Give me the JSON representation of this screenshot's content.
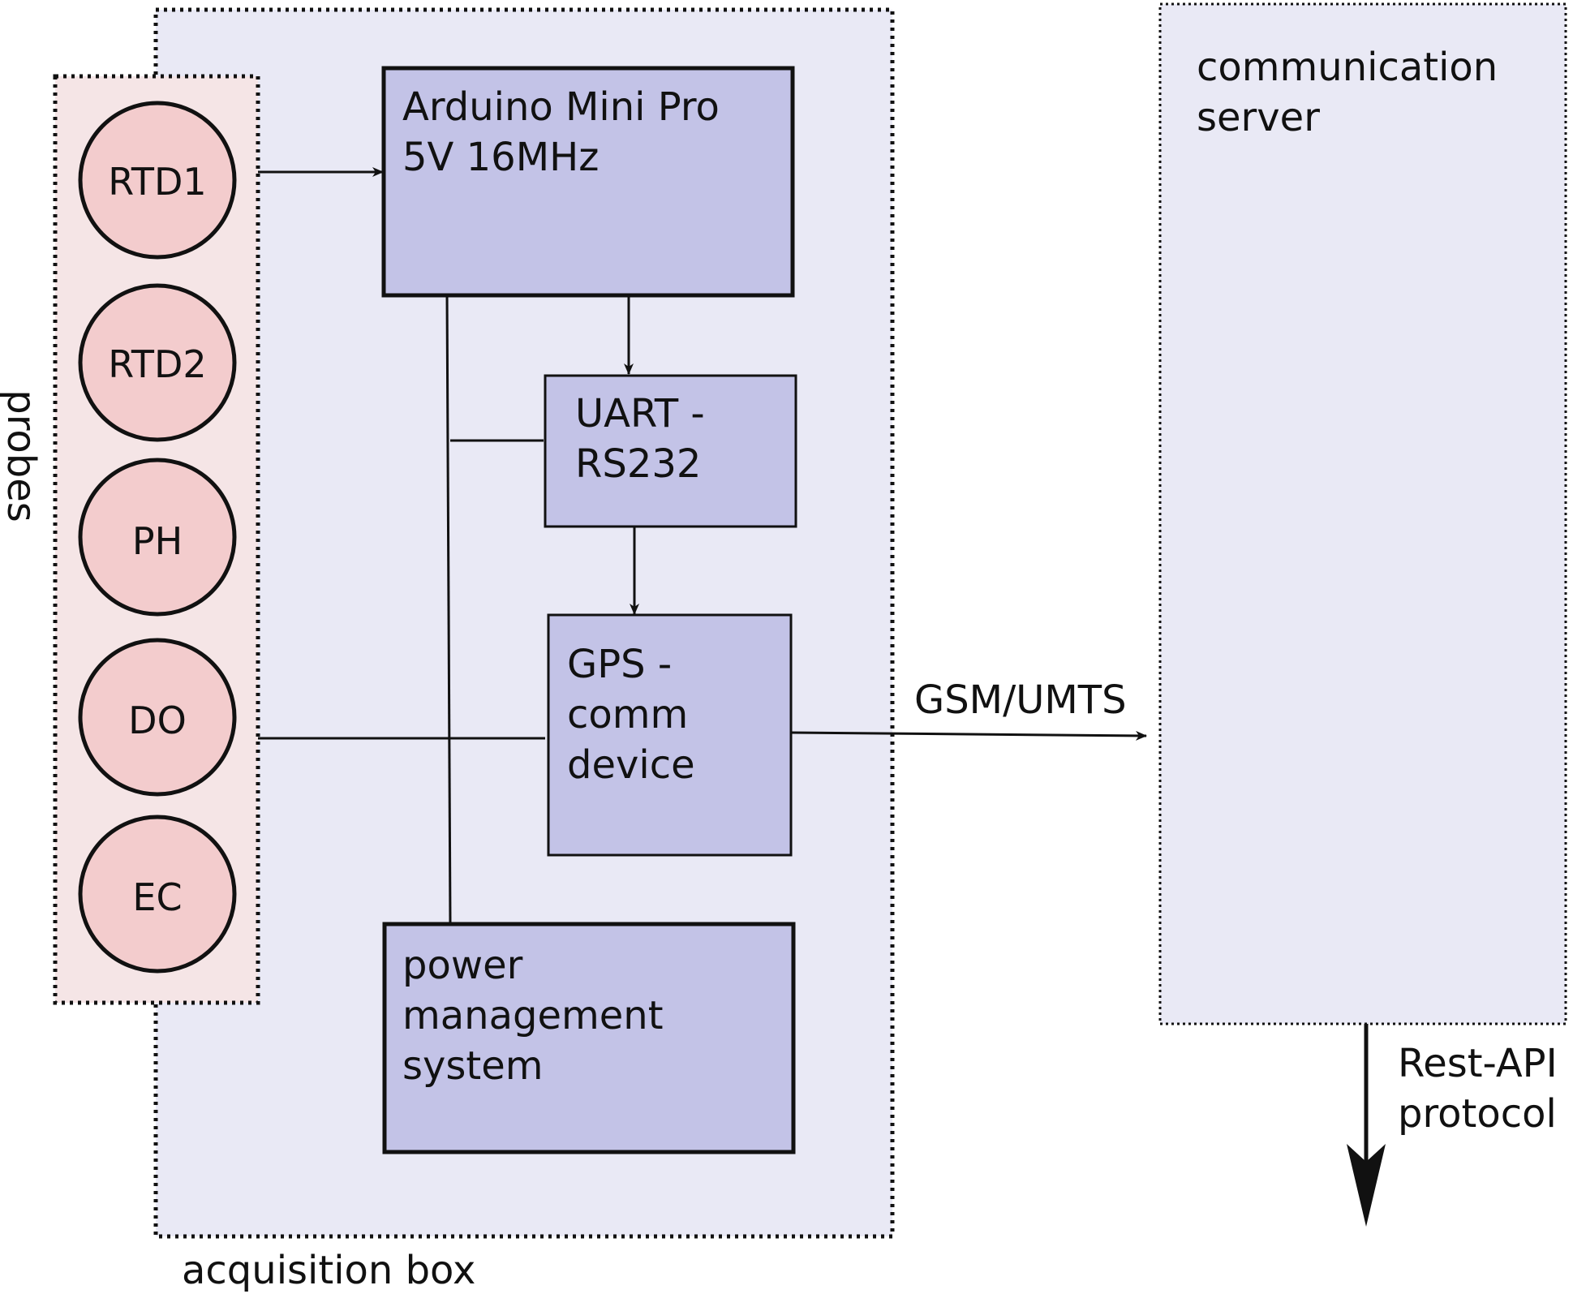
{
  "colors": {
    "acquisition_fill": "#e9e9f5",
    "probes_fill": "#f5e5e6",
    "probe_circle_fill": "#f3cccd",
    "block_fill": "#c3c3e7",
    "server_fill": "#e9e9f5",
    "stroke": "#111111"
  },
  "probes": {
    "label": "probes",
    "items": [
      "RTD1",
      "RTD2",
      "PH",
      "DO",
      "EC"
    ]
  },
  "acquisition_box": {
    "label": "acquisition box"
  },
  "blocks": {
    "arduino": [
      "Arduino Mini Pro",
      "5V 16MHz"
    ],
    "uart": [
      "UART -",
      "RS232"
    ],
    "gps": [
      "GPS -",
      "comm",
      "device"
    ],
    "power": [
      "power",
      "management",
      "system"
    ]
  },
  "server": {
    "label": [
      "communication",
      "server"
    ]
  },
  "links": {
    "gsm_label": "GSM/UMTS",
    "rest_label": [
      "Rest-API",
      "protocol"
    ]
  }
}
